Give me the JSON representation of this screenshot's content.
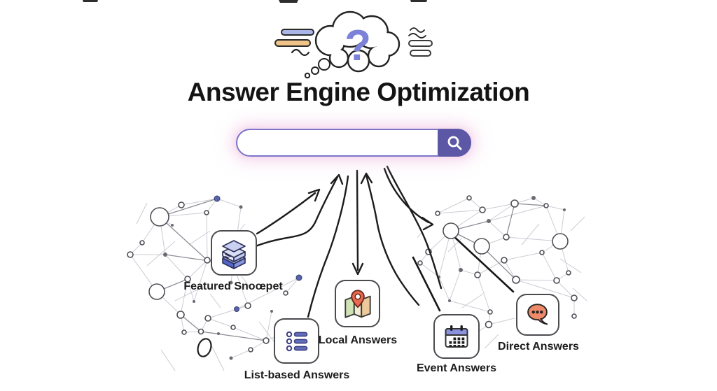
{
  "title": "Answer Engine Optimization",
  "cloud": {
    "icon": "thought-cloud",
    "glyph": "?"
  },
  "search_bar": {
    "value": "",
    "placeholder": "",
    "button_icon": "search-icon"
  },
  "answer_types": [
    {
      "id": "featured-snippet",
      "label": "Featured Snoœpet",
      "icon": "layer-stack-icon"
    },
    {
      "id": "list-based-answers",
      "label": "List-based Answers",
      "icon": "bullet-list-icon"
    },
    {
      "id": "local-answers",
      "label": "Local Answers",
      "icon": "map-pin-icon"
    },
    {
      "id": "event-answers",
      "label": "Event Answers",
      "icon": "calendar-icon"
    },
    {
      "id": "direct-answers",
      "label": "Direct Answers",
      "icon": "chat-bubble-icon"
    }
  ],
  "colors": {
    "accent_purple": "#5d58a6",
    "search_border_purple": "#7b74c8",
    "question_mark_purple": "#7b82d8",
    "glow_pink": "#f0c4e4",
    "bubble_coral": "#ef8a68",
    "pin_red": "#e96a50",
    "calendar_header_periwinkle": "#8a92de",
    "list_bar_blue": "#6570bc",
    "stack_blue": "#5566c9",
    "map_green": "#cfe3b4",
    "map_cream": "#f3ecd4",
    "map_tan": "#ecc89a",
    "deco_bar_blue": "#aab6e8",
    "deco_bar_orange": "#f0c488"
  }
}
